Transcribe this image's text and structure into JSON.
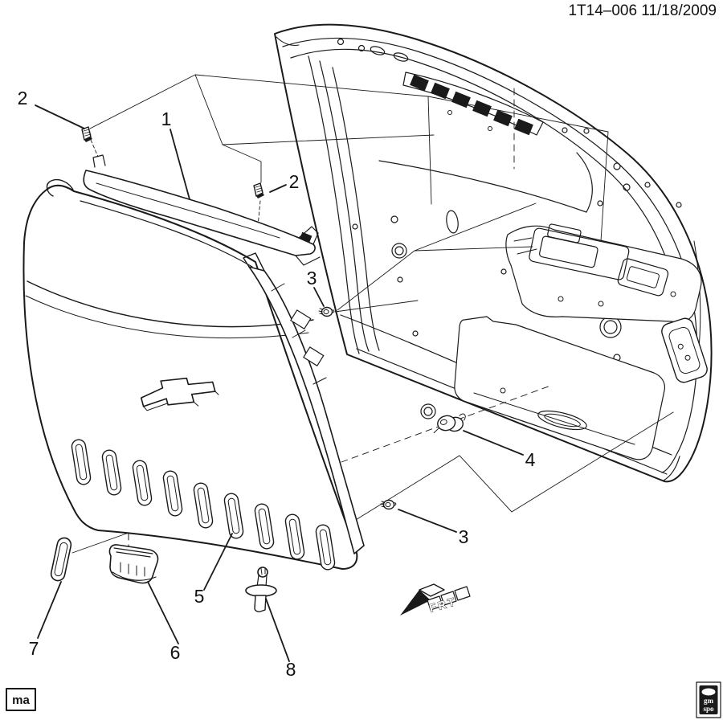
{
  "header": {
    "doc_ref": "1T14–006 11/18/2009"
  },
  "callouts": [
    {
      "num": "2"
    },
    {
      "num": "1"
    },
    {
      "num": "2"
    },
    {
      "num": "3"
    },
    {
      "num": "4"
    },
    {
      "num": "3"
    },
    {
      "num": "5"
    },
    {
      "num": "7"
    },
    {
      "num": "6"
    },
    {
      "num": "8"
    }
  ],
  "direction_indicator": {
    "label": "FRT"
  },
  "footer": {
    "left_mark": "ma",
    "logo_top": "gm",
    "logo_bottom": "spo"
  },
  "colors": {
    "line": "#1a1a1a",
    "background": "#ffffff"
  }
}
